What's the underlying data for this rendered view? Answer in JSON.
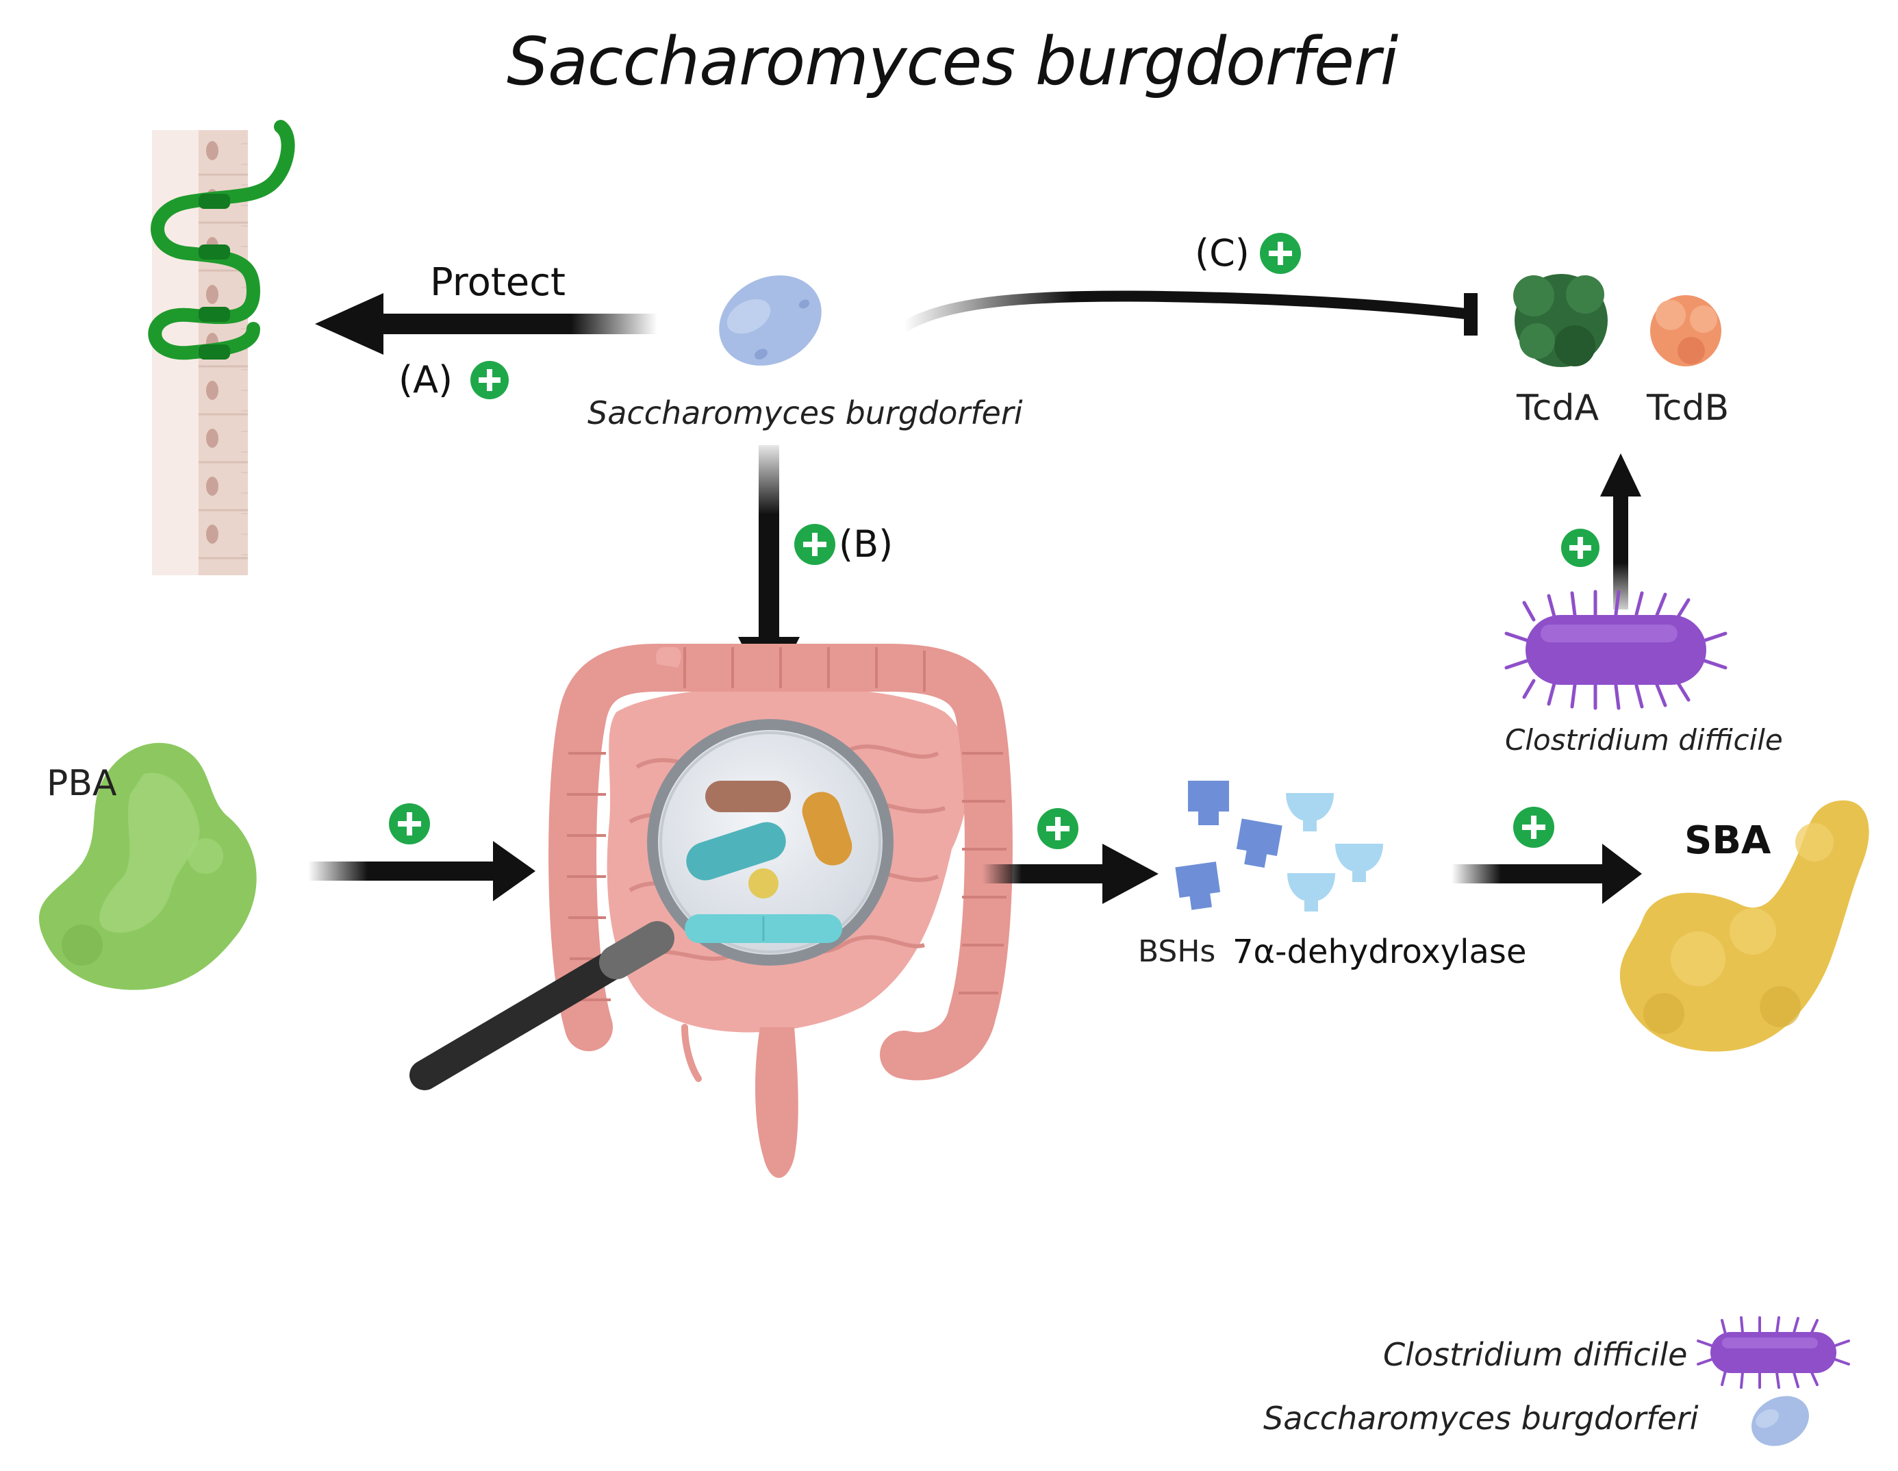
{
  "title": "Saccharomyces burgdorferi",
  "labels": {
    "protect": "Protect",
    "step_a": "(A)",
    "step_b": "(B)",
    "step_c": "(C)",
    "yeast": "Saccharomyces burgdorferi",
    "tcda": "TcdA",
    "tcdb": "TcdB",
    "bacterium": "Clostridium difficile",
    "pba": "PBA",
    "bshs": "BSHs",
    "enzyme": "7α-dehydroxylase",
    "sba": "SBA"
  },
  "legend": [
    {
      "label": "Clostridium difficile",
      "icon": "bacterium-icon"
    },
    {
      "label": "Saccharomyces burgdorferi",
      "icon": "yeast-icon"
    }
  ],
  "colors": {
    "plus_green": "#1fa84a",
    "arrow": "#111111",
    "villus_green": "#1e9a2c",
    "yeast_blue": "#a7bde6",
    "tcda": "#2f6b3a",
    "tcdb": "#f0956a",
    "bacterium_purple": "#8e4fc9",
    "pba_green": "#8cc85f",
    "sba_yellow": "#e8c24f",
    "intestine_pink": "#eba7a3",
    "bsh_blue": "#6e8fd8",
    "enzyme_lightblue": "#a9d7f1"
  }
}
